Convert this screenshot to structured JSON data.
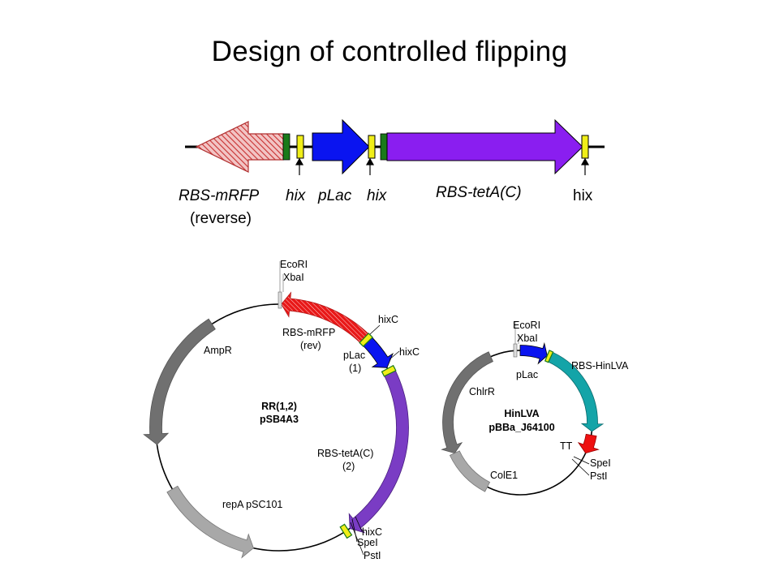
{
  "title": "Design of controlled flipping",
  "linear_construct": {
    "labels": {
      "rbs_mrfp": "RBS-mRFP",
      "hix1": "hix",
      "plac": "pLac",
      "hix2": "hix",
      "rbs_teta": "RBS-tetA(C)",
      "hix3": "hix",
      "reverse": "(reverse)"
    }
  },
  "plasmid_left": {
    "name": "RR(1,2)",
    "backbone": "pSB4A3",
    "labels": {
      "ecori": "EcoRI",
      "xbai": "XbaI",
      "hixc_top": "hixC",
      "rbs_mrfp": "RBS-mRFP",
      "rev": "(rev)",
      "plac": "pLac",
      "plac_num": "(1)",
      "hixc_mid": "hixC",
      "ampr": "AmpR",
      "rbs_teta": "RBS-tetA(C)",
      "teta_num": "(2)",
      "repa": "repA pSC101",
      "hixc_bot": "hixC",
      "spei": "SpeI",
      "psti": "PstI"
    }
  },
  "plasmid_right": {
    "name": "HinLVA",
    "backbone": "pBBa_J64100",
    "labels": {
      "ecori": "EcoRI",
      "xbai": "XbaI",
      "plac": "pLac",
      "rbs_hinlva": "RBS-HinLVA",
      "chlrr": "ChlrR",
      "tt": "TT",
      "spei": "SpeI",
      "psti": "PstI",
      "cole1": "ColE1"
    }
  },
  "colors": {
    "mrfp": "#e8383d",
    "plac": "#0a14f0",
    "teta_linear": "#8a1ef0",
    "teta_plasmid": "#7a3cc4",
    "hinlva": "#14a4a8",
    "tt": "#ee1010",
    "hix": "#f0ee18",
    "rbs": "#1a7a1a",
    "ampr": "#707070",
    "repa": "#a8a8a8"
  }
}
